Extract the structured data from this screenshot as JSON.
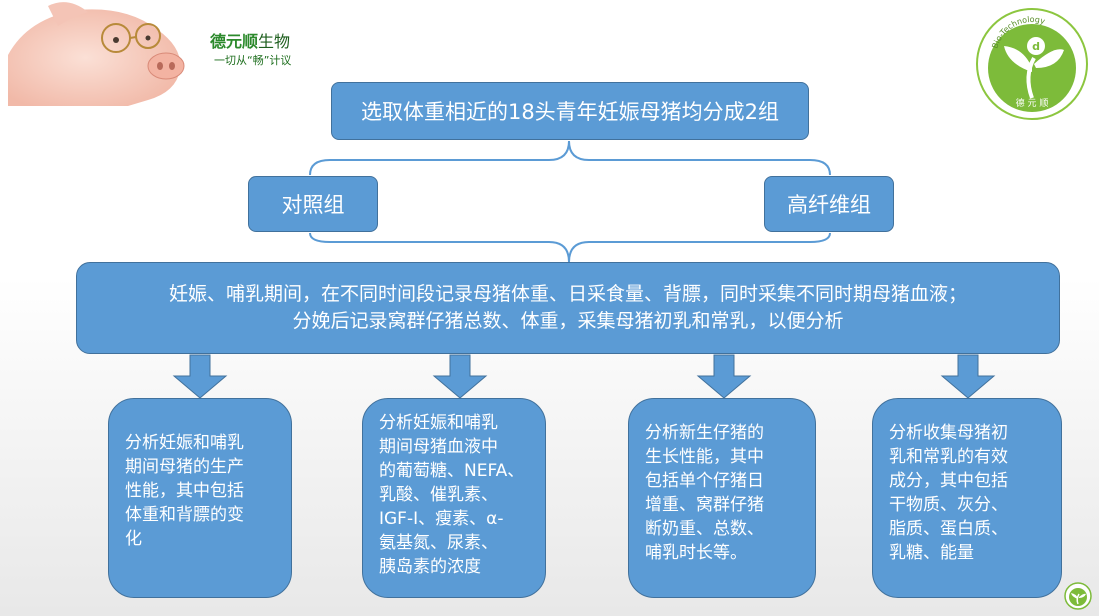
{
  "header": {
    "brand_name_a": "德元顺",
    "brand_name_b": "生物",
    "slogan": "一切从“畅”计议",
    "logo_arc_text": "Bio-Technology",
    "logo_chars": "德 元 顺",
    "brand_color": "#2c8a2c"
  },
  "diagram": {
    "top": "选取体重相近的18头青年妊娠母猪均分成2组",
    "groups": [
      "对照组",
      "高纤维组"
    ],
    "main_line1": "妊娠、哺乳期间，在不同时间段记录母猪体重、日采食量、背膘，同时采集不同时期母猪血液；",
    "main_line2": "分娩后记录窝群仔猪总数、体重，采集母猪初乳和常乳，以便分析",
    "outcomes": [
      "分析妊娠和哺乳\n期间母猪的生产\n性能，其中包括\n体重和背膘的变\n化",
      "分析妊娠和哺乳\n期间母猪血液中\n的葡萄糖、NEFA、\n乳酸、催乳素、\nIGF-I、瘦素、α-\n氨基氮、尿素、\n胰岛素的浓度",
      "分析新生仔猪的\n生长性能，其中\n包括单个仔猪日\n增重、窝群仔猪\n断奶重、总数、\n哺乳时长等。",
      "分析收集母猪初\n乳和常乳的有效\n成分，其中包括\n干物质、灰分、\n脂质、蛋白质、\n乳糖、能量"
    ],
    "box_color": "#5b9bd5",
    "border_color": "#41719c"
  }
}
